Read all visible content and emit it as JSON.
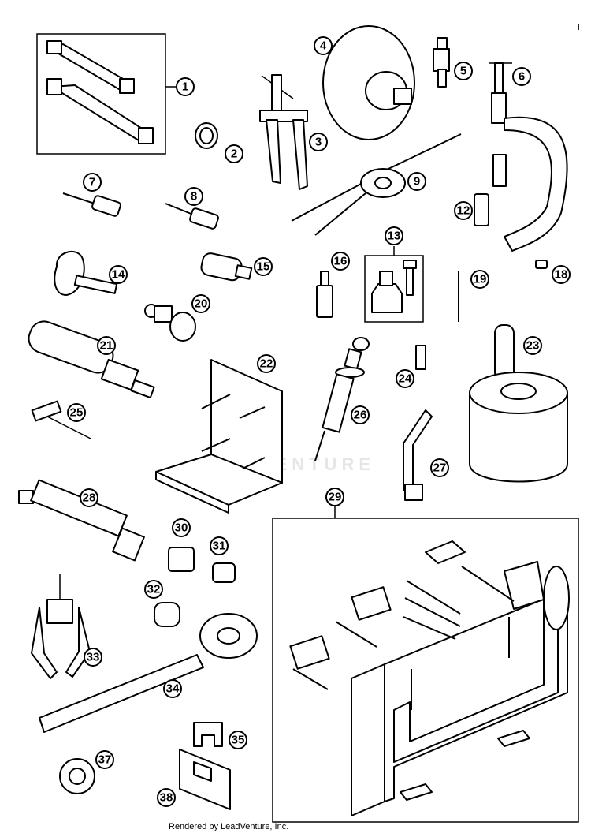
{
  "callouts": [
    "1",
    "2",
    "3",
    "4",
    "5",
    "6",
    "7",
    "8",
    "9",
    "12",
    "13",
    "14",
    "15",
    "16",
    "18",
    "19",
    "20",
    "21",
    "22",
    "23",
    "24",
    "25",
    "26",
    "27",
    "28",
    "29",
    "30",
    "31",
    "32",
    "33",
    "34",
    "35",
    "37",
    "38"
  ],
  "watermark": "LEADVENTURE",
  "credit": "Rendered by LeadVenture, Inc.",
  "page_mark": "I"
}
